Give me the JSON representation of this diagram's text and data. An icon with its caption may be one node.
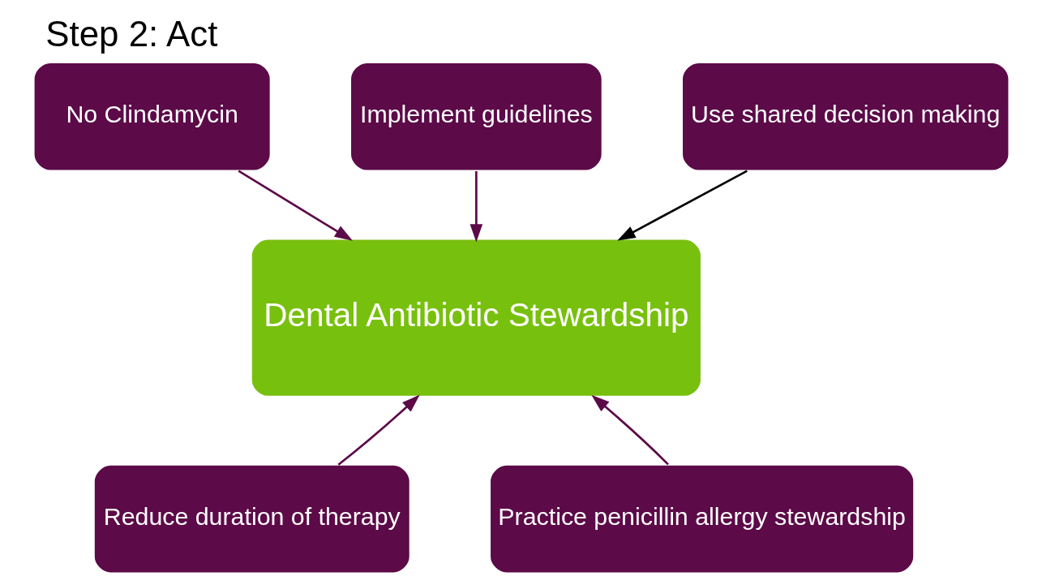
{
  "diagram": {
    "title": "Step 2: Act",
    "nodes": [
      {
        "text": [
          "No Clindamycin"
        ]
      },
      {
        "text": [
          "Implement guidelines"
        ]
      },
      {
        "text": [
          "Dental Antibiotic Stewardship"
        ]
      },
      {
        "text": [
          "Use shared decision making"
        ]
      },
      {
        "text": [
          "Reduce duration of therapy"
        ]
      },
      {
        "text": [
          "Practice penicillin allergy stewardship"
        ]
      }
    ],
    "edges": [
      {
        "from": 0,
        "to": 2,
        "arrow": "to"
      },
      {
        "from": 1,
        "to": 2,
        "arrow": "to"
      },
      {
        "from": 3,
        "to": 2,
        "arrow": "to",
        "color": "#000000"
      },
      {
        "from": 4,
        "to": 2,
        "arrow": "to"
      },
      {
        "from": 5,
        "to": 2,
        "arrow": "to"
      }
    ]
  }
}
